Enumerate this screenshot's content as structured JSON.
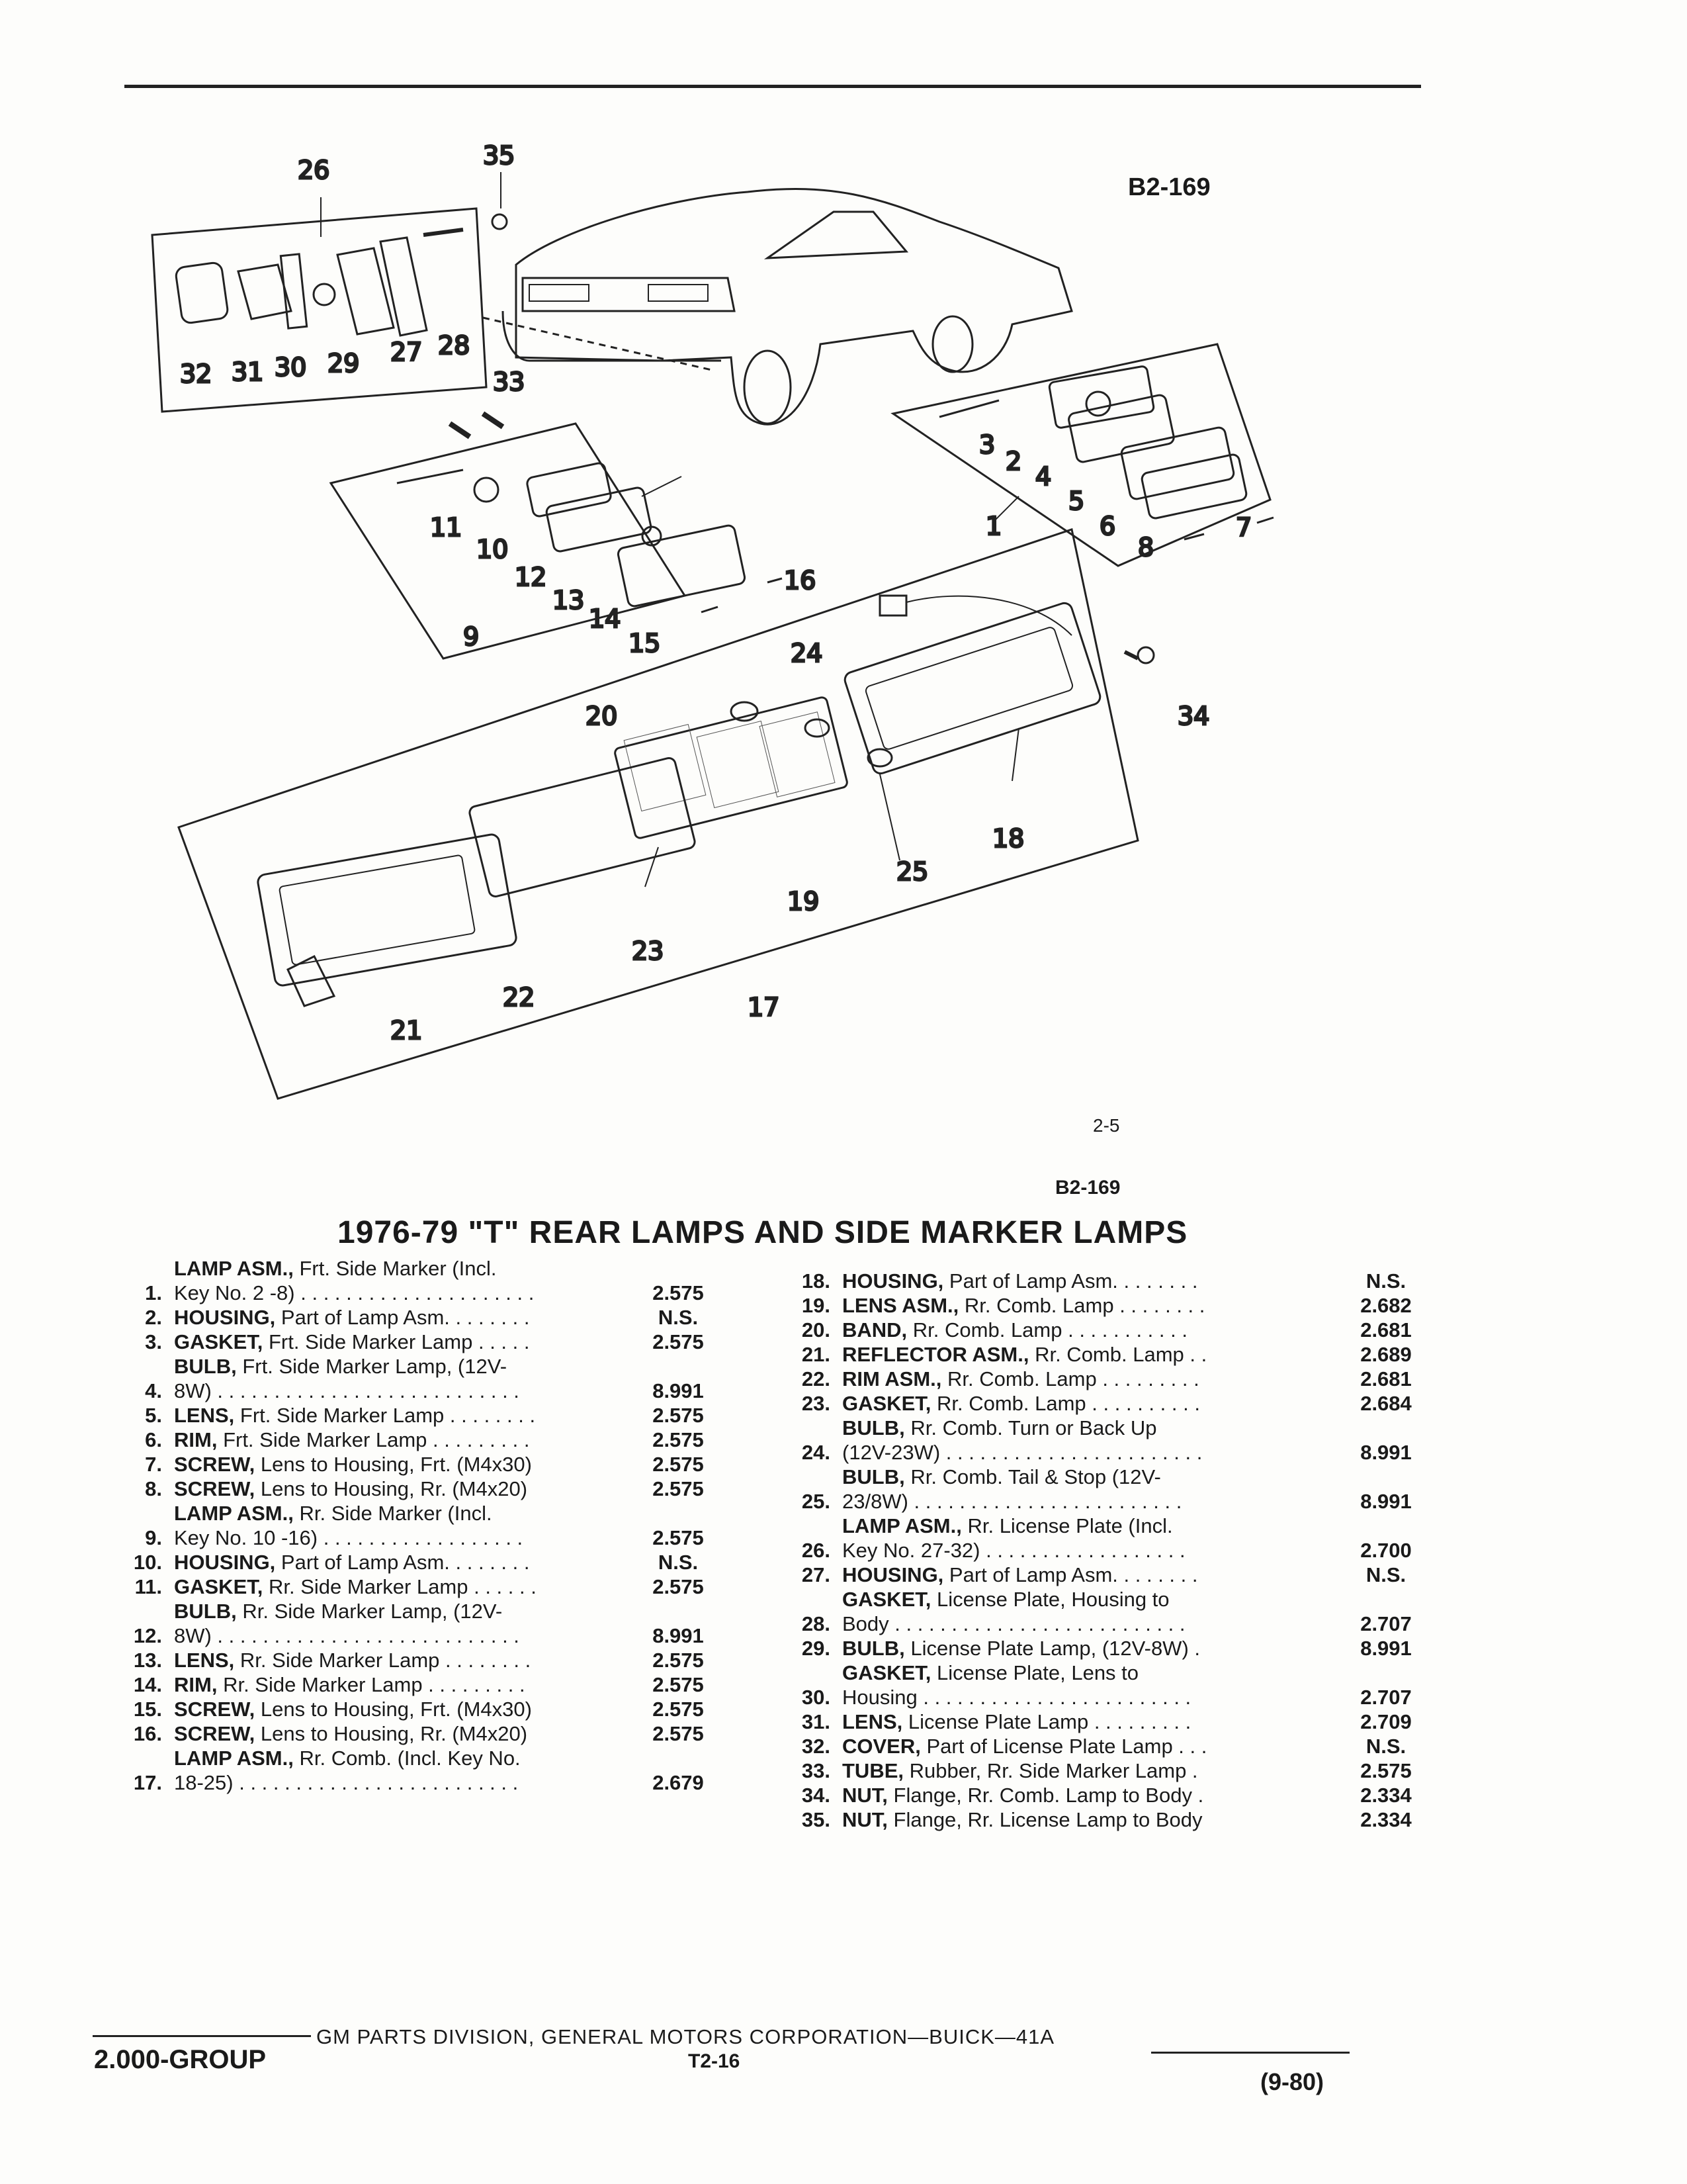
{
  "diagram": {
    "ref_code": "B2-169",
    "figure_no": "2-5",
    "callouts": [
      "1",
      "2",
      "3",
      "4",
      "5",
      "6",
      "7",
      "8",
      "9",
      "10",
      "11",
      "12",
      "13",
      "14",
      "15",
      "16",
      "17",
      "18",
      "19",
      "20",
      "21",
      "22",
      "23",
      "24",
      "25",
      "26",
      "27",
      "28",
      "29",
      "30",
      "31",
      "32",
      "33",
      "34",
      "35"
    ]
  },
  "section": {
    "ref_code": "B2-169",
    "title": "1976-79 \"T\" REAR LAMPS AND SIDE MARKER LAMPS"
  },
  "parts_left": [
    {
      "num": "1.",
      "name": "LAMP ASM.,",
      "desc": "Frt. Side Marker (Incl.\nKey No. 2 -8) . . . . . . . . . . . . . . . . . . . . .",
      "price": "2.575"
    },
    {
      "num": "2.",
      "name": "HOUSING,",
      "desc": "Part of Lamp Asm. . . . . . . .",
      "price": "N.S."
    },
    {
      "num": "3.",
      "name": "GASKET,",
      "desc": "Frt. Side Marker Lamp . . . . .",
      "price": "2.575"
    },
    {
      "num": "4.",
      "name": "BULB,",
      "desc": "Frt. Side Marker Lamp, (12V-\n8W) . . . . . . . . . . . . . . . . . . . . . . . . . . .",
      "price": "8.991"
    },
    {
      "num": "5.",
      "name": "LENS,",
      "desc": "Frt. Side Marker Lamp . . . . . . . .",
      "price": "2.575"
    },
    {
      "num": "6.",
      "name": "RIM,",
      "desc": "Frt. Side Marker Lamp . . . . . . . . .",
      "price": "2.575"
    },
    {
      "num": "7.",
      "name": "SCREW,",
      "desc": "Lens to Housing, Frt. (M4x30)",
      "price": "2.575"
    },
    {
      "num": "8.",
      "name": "SCREW,",
      "desc": "Lens to Housing, Rr. (M4x20)",
      "price": "2.575"
    },
    {
      "num": "9.",
      "name": "LAMP ASM.,",
      "desc": "Rr. Side Marker (Incl.\nKey No. 10 -16) . . . . . . . . . . . . . . . . . .",
      "price": "2.575"
    },
    {
      "num": "10.",
      "name": "HOUSING,",
      "desc": "Part of Lamp Asm. . . . . . . .",
      "price": "N.S."
    },
    {
      "num": "11.",
      "name": "GASKET,",
      "desc": "Rr. Side Marker Lamp . . . . . .",
      "price": "2.575"
    },
    {
      "num": "12.",
      "name": "BULB,",
      "desc": "Rr. Side Marker Lamp, (12V-\n8W) . . . . . . . . . . . . . . . . . . . . . . . . . . .",
      "price": "8.991"
    },
    {
      "num": "13.",
      "name": "LENS,",
      "desc": "Rr. Side Marker Lamp . . . . . . . .",
      "price": "2.575"
    },
    {
      "num": "14.",
      "name": "RIM,",
      "desc": "Rr. Side Marker Lamp . . . . . . . . .",
      "price": "2.575"
    },
    {
      "num": "15.",
      "name": "SCREW,",
      "desc": "Lens to Housing, Frt. (M4x30)",
      "price": "2.575"
    },
    {
      "num": "16.",
      "name": "SCREW,",
      "desc": "Lens to Housing, Rr. (M4x20)",
      "price": "2.575"
    },
    {
      "num": "17.",
      "name": "LAMP ASM.,",
      "desc": "Rr. Comb. (Incl. Key No.\n18-25) . . . . . . . . . . . . . . . . . . . . . . . . .",
      "price": "2.679"
    }
  ],
  "parts_right": [
    {
      "num": "18.",
      "name": "HOUSING,",
      "desc": "Part of Lamp Asm. . . . . . . .",
      "price": "N.S."
    },
    {
      "num": "19.",
      "name": "LENS ASM.,",
      "desc": "Rr. Comb. Lamp . . . . . . . .",
      "price": "2.682"
    },
    {
      "num": "20.",
      "name": "BAND,",
      "desc": "Rr. Comb. Lamp . . . . . . . . . . .",
      "price": "2.681"
    },
    {
      "num": "21.",
      "name": "REFLECTOR ASM.,",
      "desc": "Rr. Comb. Lamp . .",
      "price": "2.689"
    },
    {
      "num": "22.",
      "name": "RIM ASM.,",
      "desc": "Rr. Comb. Lamp . . . . . . . . .",
      "price": "2.681"
    },
    {
      "num": "23.",
      "name": "GASKET,",
      "desc": "Rr. Comb. Lamp . . . . . . . . . .",
      "price": "2.684"
    },
    {
      "num": "24.",
      "name": "BULB,",
      "desc": "Rr. Comb. Turn or Back Up\n(12V-23W) . . . . . . . . . . . . . . . . . . . . . . .",
      "price": "8.991"
    },
    {
      "num": "25.",
      "name": "BULB,",
      "desc": "Rr. Comb. Tail & Stop (12V-\n23/8W) . . . . . . . . . . . . . . . . . . . . . . . .",
      "price": "8.991"
    },
    {
      "num": "26.",
      "name": "LAMP ASM.,",
      "desc": "Rr. License Plate (Incl.\nKey No. 27-32) . . . . . . . . . . . . . . . . . .",
      "price": "2.700"
    },
    {
      "num": "27.",
      "name": "HOUSING,",
      "desc": "Part of Lamp Asm. . . . . . . .",
      "price": "N.S."
    },
    {
      "num": "28.",
      "name": "GASKET,",
      "desc": "License Plate, Housing to\nBody . . . . . . . . . . . . . . . . . . . . . . . . . .",
      "price": "2.707"
    },
    {
      "num": "29.",
      "name": "BULB,",
      "desc": "License Plate Lamp, (12V-8W) .",
      "price": "8.991"
    },
    {
      "num": "30.",
      "name": "GASKET,",
      "desc": "License Plate, Lens to\nHousing . . . . . . . . . . . . . . . . . . . . . . . .",
      "price": "2.707"
    },
    {
      "num": "31.",
      "name": "LENS,",
      "desc": "License Plate Lamp . . . . . . . . .",
      "price": "2.709"
    },
    {
      "num": "32.",
      "name": "COVER,",
      "desc": "Part of License Plate Lamp . . .",
      "price": "N.S."
    },
    {
      "num": "33.",
      "name": "TUBE,",
      "desc": "Rubber, Rr. Side Marker Lamp .",
      "price": "2.575"
    },
    {
      "num": "34.",
      "name": "NUT,",
      "desc": "Flange, Rr. Comb. Lamp to Body .",
      "price": "2.334"
    },
    {
      "num": "35.",
      "name": "NUT,",
      "desc": "Flange, Rr. License Lamp to Body",
      "price": "2.334"
    }
  ],
  "footer": {
    "group": "2.000-GROUP",
    "corporation": "GM PARTS DIVISION, GENERAL MOTORS CORPORATION—BUICK—41A",
    "page_code": "T2-16",
    "date": "(9-80)"
  }
}
